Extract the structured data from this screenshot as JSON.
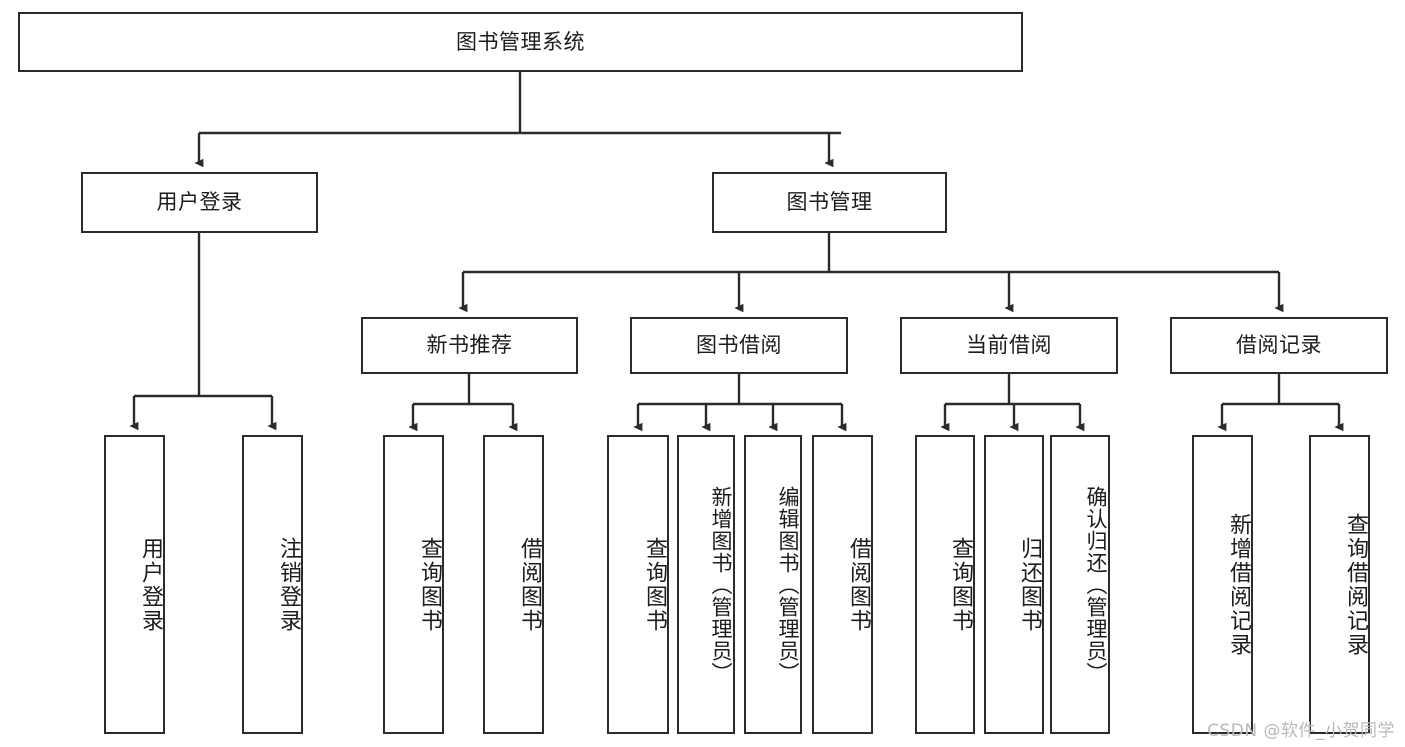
{
  "diagram": {
    "type": "tree",
    "title": "图书管理系统",
    "watermark": "CSDN @软件_小贺同学",
    "colors": {
      "stroke": "#2b2b2b",
      "fill": "#ffffff",
      "text": "#1c1c1c",
      "watermark": "#b9b9b9"
    },
    "levels": {
      "root": "图书管理系统",
      "level2": [
        "用户登录",
        "图书管理"
      ],
      "level3": [
        "新书推荐",
        "图书借阅",
        "当前借阅",
        "借阅记录"
      ]
    },
    "nodes": {
      "root": "图书管理系统",
      "user_login": "用户登录",
      "book_manage": "图书管理",
      "new_book_rec": "新书推荐",
      "book_borrow": "图书借阅",
      "current_borrow": "当前借阅",
      "borrow_record": "借阅记录",
      "leaf_user_login": "用户登录",
      "leaf_logout": "注销登录",
      "leaf_query_book_1": "查询图书",
      "leaf_borrow_book_1": "借阅图书",
      "leaf_query_book_2": "查询图书",
      "leaf_add_book": "新增图书（管理员）",
      "leaf_edit_book": "编辑图书（管理员）",
      "leaf_borrow_book_2": "借阅图书",
      "leaf_query_book_3": "查询图书",
      "leaf_return_book": "归还图书",
      "leaf_confirm_return": "确认归还（管理员）",
      "leaf_add_record": "新增借阅记录",
      "leaf_query_record": "查询借阅记录"
    },
    "edges": [
      {
        "from": "图书管理系统",
        "to": "用户登录"
      },
      {
        "from": "图书管理系统",
        "to": "图书管理"
      },
      {
        "from": "用户登录",
        "to": "用户登录(叶)"
      },
      {
        "from": "用户登录",
        "to": "注销登录"
      },
      {
        "from": "图书管理",
        "to": "新书推荐"
      },
      {
        "from": "图书管理",
        "to": "图书借阅"
      },
      {
        "from": "图书管理",
        "to": "当前借阅"
      },
      {
        "from": "图书管理",
        "to": "借阅记录"
      },
      {
        "from": "新书推荐",
        "to": "查询图书"
      },
      {
        "from": "新书推荐",
        "to": "借阅图书"
      },
      {
        "from": "图书借阅",
        "to": "查询图书"
      },
      {
        "from": "图书借阅",
        "to": "新增图书（管理员）"
      },
      {
        "from": "图书借阅",
        "to": "编辑图书（管理员）"
      },
      {
        "from": "图书借阅",
        "to": "借阅图书"
      },
      {
        "from": "当前借阅",
        "to": "查询图书"
      },
      {
        "from": "当前借阅",
        "to": "归还图书"
      },
      {
        "from": "当前借阅",
        "to": "确认归还（管理员）"
      },
      {
        "from": "借阅记录",
        "to": "新增借阅记录"
      },
      {
        "from": "借阅记录",
        "to": "查询借阅记录"
      }
    ]
  }
}
